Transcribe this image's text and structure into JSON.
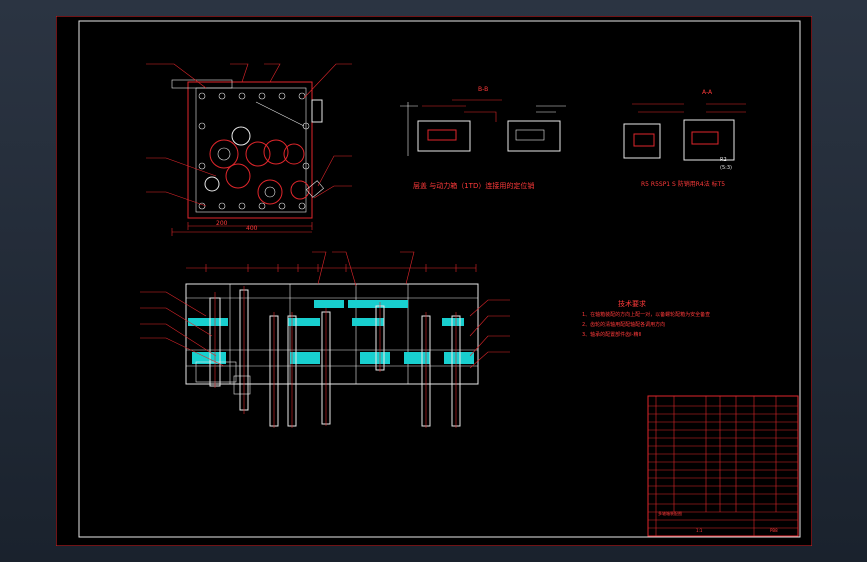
{
  "view": {
    "top": {
      "dim_bottom": "200",
      "dim_total": "400"
    },
    "section_bb": {
      "title": "B-B"
    },
    "section_aa": {
      "title": "A-A",
      "tag1": "R2",
      "tag2": "(5:3)"
    },
    "note_b": "层盖 与动力箱（1TD）连接用的定位销",
    "note_a": "R5  R5SP1 S 防销用R4法 标T5"
  },
  "tech_requirements": {
    "title": "技术要求",
    "items": [
      "1、在轴箱装配的方向上配一对，以备螺轮配箱为安全备查",
      "2、齿轮的清轴用配配轴配各调用方向",
      "3、轴承的配置部件齿Ⅰ-精Ⅱ"
    ]
  },
  "title_block": {
    "name": "多轴箱装配图",
    "drawing_no": "PB8",
    "scale": "1:1"
  },
  "colors": {
    "border": "#e0262b",
    "cyan": "#18cfcf",
    "line": "#e8e8e8"
  }
}
